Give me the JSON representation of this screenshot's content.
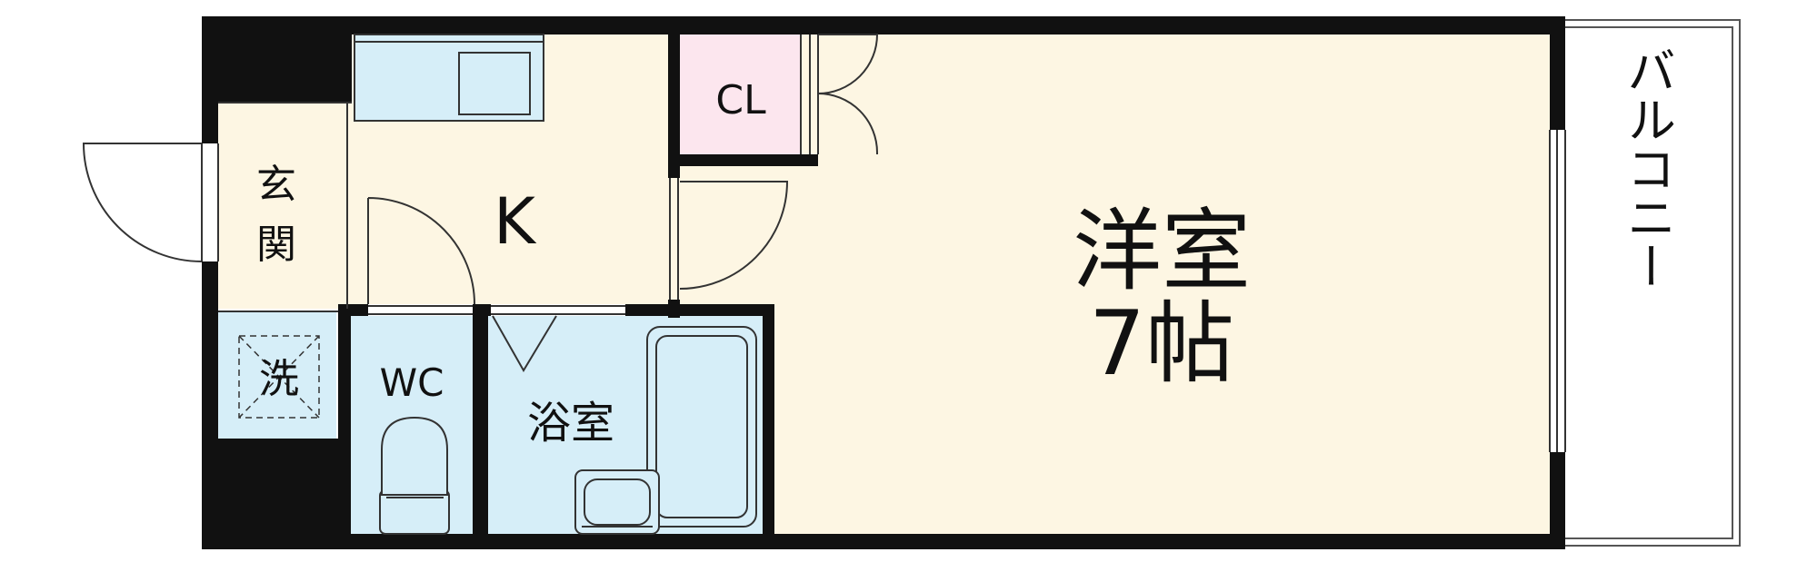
{
  "rooms": {
    "genkan": "玄関",
    "kitchen": "K",
    "closet": "CL",
    "western_room": "洋室",
    "western_room_size": "7帖",
    "washer": "洗",
    "toilet": "WC",
    "bath": "浴室",
    "balcony": "バルコニー"
  },
  "colors": {
    "wall": "#111111",
    "floor_cream": "#fdf6e3",
    "wet_blue": "#d6eef8",
    "closet_pink": "#fce6ee",
    "fixture_stroke": "#333333"
  }
}
